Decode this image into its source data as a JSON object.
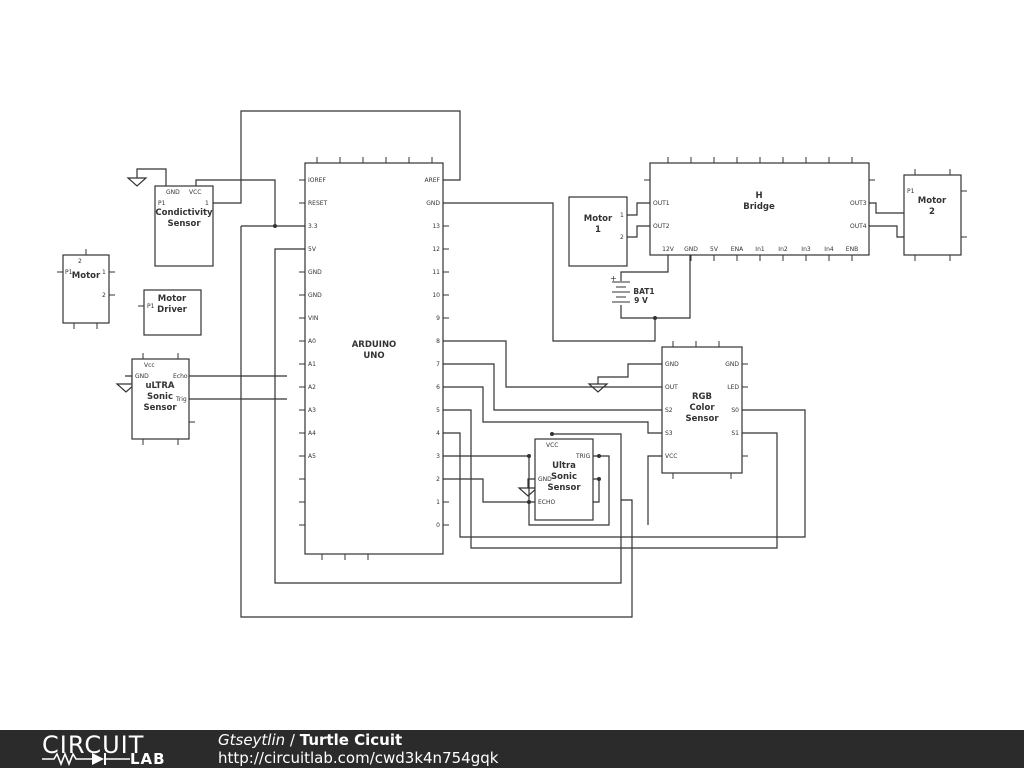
{
  "components": {
    "arduino": {
      "name_line1": "ARDUINO",
      "name_line2": "UNO",
      "left_pins": [
        "IOREF",
        "RESET",
        "3.3",
        "5V",
        "GND",
        "GND",
        "VIN",
        "A0",
        "A1",
        "A2",
        "A3",
        "A4",
        "A5"
      ],
      "right_pins": [
        "AREF",
        "GND",
        "13",
        "12",
        "11",
        "10",
        "9",
        "8",
        "7",
        "6",
        "5",
        "4",
        "3",
        "2",
        "1",
        "0"
      ]
    },
    "conductivity": {
      "line1": "Condictivity",
      "line2": "Sensor",
      "pin_gnd": "GND",
      "pin_vcc": "VCC",
      "pin_p1": "P1",
      "pin_1": "1"
    },
    "motor_left": {
      "name": "Motor",
      "pin_2": "2",
      "pin_p1": "P1",
      "pin_1": "1",
      "pin_2b": "2"
    },
    "motor_driver": {
      "line1": "Motor",
      "line2": "Driver",
      "pin_p1": "P1"
    },
    "ultrasonic_left": {
      "line1": "uLTRA",
      "line2": "Sonic",
      "line3": "Sensor",
      "pin_vcc": "Vcc",
      "pin_gnd": "GND",
      "pin_echo": "Echo",
      "pin_trig": "Trig"
    },
    "motor1": {
      "line1": "Motor",
      "line2": "1",
      "pin_1": "1",
      "pin_2": "2"
    },
    "hbridge": {
      "line1": "H",
      "line2": "Bridge",
      "pin_out1": "OUT1",
      "pin_out2": "OUT2",
      "pin_out3": "OUT3",
      "pin_out4": "OUT4",
      "bottom_pins": [
        "12V",
        "GND",
        "5V",
        "ENA",
        "In1",
        "In2",
        "In3",
        "In4",
        "ENB"
      ]
    },
    "motor2": {
      "line1": "Motor",
      "line2": "2",
      "pin_p1": "P1"
    },
    "battery": {
      "name": "BAT1",
      "value": "9 V",
      "plus": "+"
    },
    "rgb": {
      "line1": "RGB",
      "line2": "Color",
      "line3": "Sensor",
      "left_pins": [
        "GND",
        "OUT",
        "S2",
        "S3",
        "VCC"
      ],
      "right_pins": [
        "GND",
        "LED",
        "S0",
        "S1"
      ]
    },
    "ultrasonic_mid": {
      "line1": "Ultra",
      "line2": "Sonic",
      "line3": "Sensor",
      "pin_vcc": "VCC",
      "pin_trig": "TRIG",
      "pin_gnd": "GND",
      "pin_echo": "ECHO"
    }
  },
  "footer": {
    "logo_top": "CIRCUIT",
    "logo_bottom": "LAB",
    "author": "Gtseytlin",
    "separator": " / ",
    "title": "Turtle Cicuit",
    "url": "http://circuitlab.com/cwd3k4n754gqk"
  }
}
